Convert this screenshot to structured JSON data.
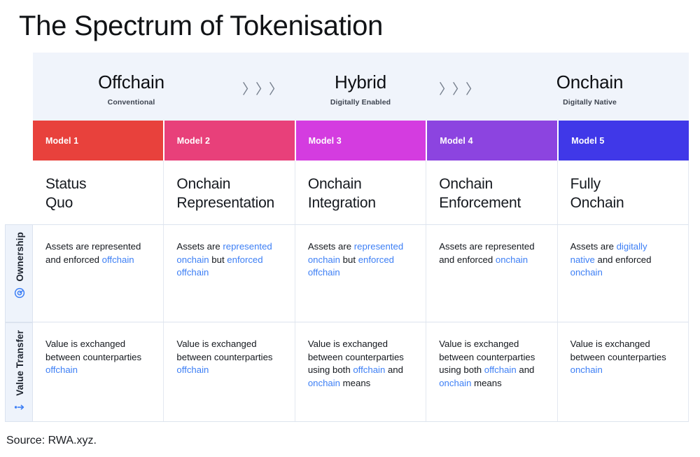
{
  "title": "The Spectrum of Tokenisation",
  "source": "Source: RWA.xyz.",
  "colors": {
    "highlight": "#3d7ff5",
    "band_header_bg": "#f0f4fb",
    "rail_bg": "#eef3fb",
    "model_1": "#e8413c",
    "model_2": "#e8407a",
    "model_3": "#d43ce0",
    "model_4": "#8c44e0",
    "model_5": "#4038e8"
  },
  "spectrum": {
    "arrow_glyph": "〉〉〉",
    "groups": [
      {
        "title": "Offchain",
        "subtitle": "Conventional"
      },
      {
        "title": "Hybrid",
        "subtitle": "Digitally Enabled"
      },
      {
        "title": "Onchain",
        "subtitle": "Digitally Native"
      }
    ]
  },
  "rails": [
    {
      "label": "Ownership",
      "icon": "ownership-target-icon"
    },
    {
      "label": "Value Transfer",
      "icon": "value-transfer-arrow-icon"
    }
  ],
  "models": [
    {
      "band_label": "Model 1",
      "name": "Status\nQuo",
      "color": "#e8413c"
    },
    {
      "band_label": "Model 2",
      "name": "Onchain\nRepresentation",
      "color": "#e8407a"
    },
    {
      "band_label": "Model 3",
      "name": "Onchain\nIntegration",
      "color": "#d43ce0"
    },
    {
      "band_label": "Model 4",
      "name": "Onchain\nEnforcement",
      "color": "#8c44e0"
    },
    {
      "band_label": "Model 5",
      "name": "Fully\nOnchain",
      "color": "#4038e8"
    }
  ],
  "ownership": [
    [
      {
        "t": "Assets are represented and enforced ",
        "hl": false
      },
      {
        "t": "offchain",
        "hl": true
      }
    ],
    [
      {
        "t": "Assets are ",
        "hl": false
      },
      {
        "t": "represented onchain",
        "hl": true
      },
      {
        "t": " but ",
        "hl": false
      },
      {
        "t": "enforced offchain",
        "hl": true
      }
    ],
    [
      {
        "t": "Assets are ",
        "hl": false
      },
      {
        "t": "represented onchain",
        "hl": true
      },
      {
        "t": " but ",
        "hl": false
      },
      {
        "t": "enforced offchain",
        "hl": true
      }
    ],
    [
      {
        "t": "Assets are represented and enforced ",
        "hl": false
      },
      {
        "t": "onchain",
        "hl": true
      }
    ],
    [
      {
        "t": "Assets are ",
        "hl": false
      },
      {
        "t": "digitally native",
        "hl": true
      },
      {
        "t": " and enforced ",
        "hl": false
      },
      {
        "t": "onchain",
        "hl": true
      }
    ]
  ],
  "value_transfer": [
    [
      {
        "t": "Value is exchanged between counterparties ",
        "hl": false
      },
      {
        "t": "offchain",
        "hl": true
      }
    ],
    [
      {
        "t": "Value is exchanged between counterparties ",
        "hl": false
      },
      {
        "t": "offchain",
        "hl": true
      }
    ],
    [
      {
        "t": "Value is exchanged between counterparties using both ",
        "hl": false
      },
      {
        "t": "offchain",
        "hl": true
      },
      {
        "t": " and ",
        "hl": false
      },
      {
        "t": "onchain",
        "hl": true
      },
      {
        "t": " means",
        "hl": false
      }
    ],
    [
      {
        "t": "Value is exchanged between counterparties using both ",
        "hl": false
      },
      {
        "t": "offchain",
        "hl": true
      },
      {
        "t": " and ",
        "hl": false
      },
      {
        "t": "onchain",
        "hl": true
      },
      {
        "t": " means",
        "hl": false
      }
    ],
    [
      {
        "t": "Value is exchanged between counterparties ",
        "hl": false
      },
      {
        "t": "onchain",
        "hl": true
      }
    ]
  ]
}
